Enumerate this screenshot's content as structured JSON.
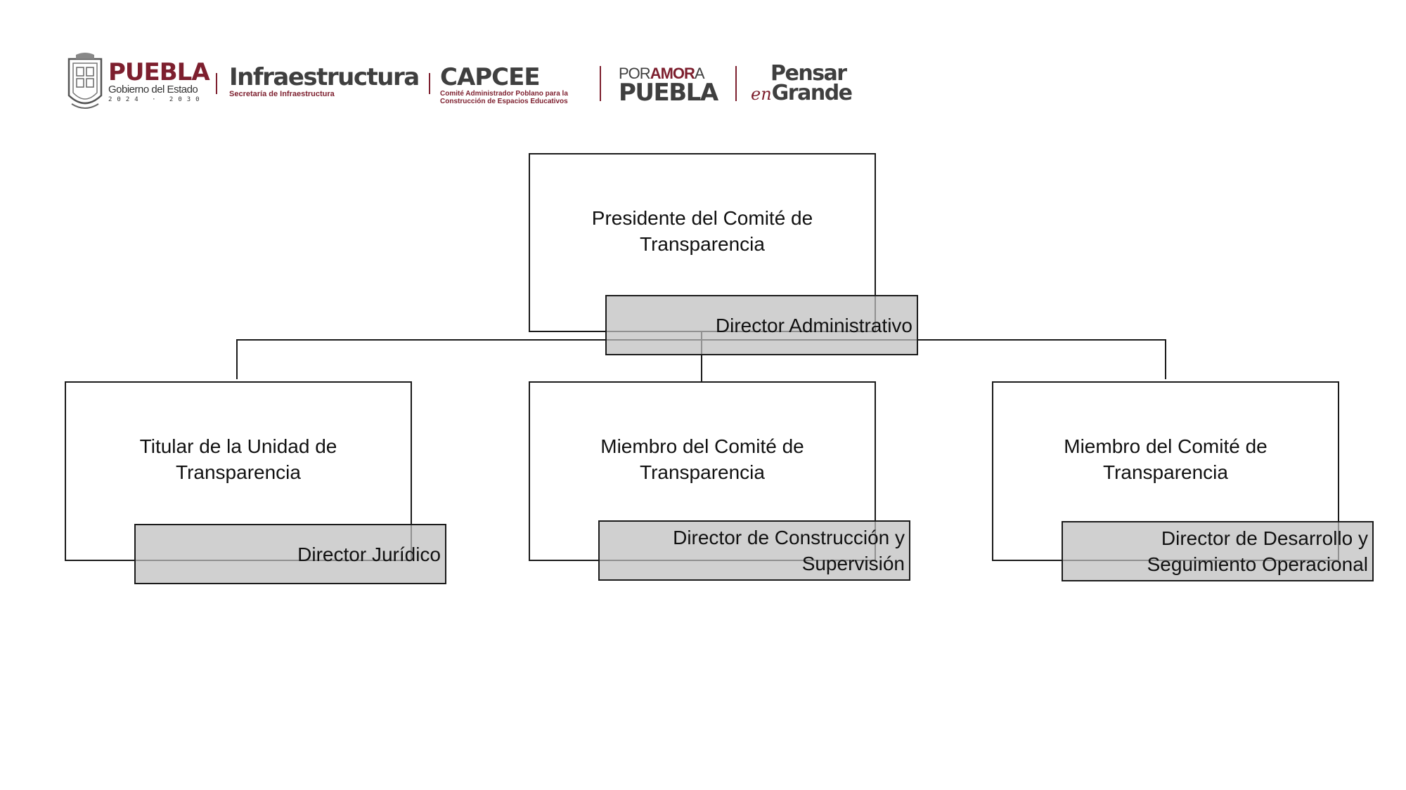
{
  "header": {
    "puebla": {
      "name": "PUEBLA",
      "subtitle": "Gobierno del Estado",
      "years": "2024 · 2030"
    },
    "infraestructura": {
      "name": "Infraestructura",
      "subtitle": "Secretaría de Infraestructura"
    },
    "capcee": {
      "name": "CAPCEE",
      "subtitle_line1": "Comité Administrador Poblano para la",
      "subtitle_line2": "Construcción de Espacios Educativos"
    },
    "por_amor": {
      "por": "POR",
      "amor": "AMOR",
      "a": "A",
      "puebla": "PUEBLA"
    },
    "pensar": {
      "pensar": "Pensar",
      "en": "en",
      "grande": "Grande"
    }
  },
  "org_chart": {
    "president": {
      "role": "Presidente del Comité de Transparencia",
      "holder": "Director Administrativo"
    },
    "members": [
      {
        "role": "Titular de la Unidad de Transparencia",
        "holder": "Director Jurídico"
      },
      {
        "role": "Miembro del Comité de Transparencia",
        "holder": "Director de Construcción y Supervisión"
      },
      {
        "role": "Miembro del Comité de Transparencia",
        "holder": "Director de Desarrollo y Seguimiento Operacional"
      }
    ]
  },
  "colors": {
    "brand": "#7d1f2e",
    "logo_gray": "#3f3f3f",
    "label_fill": "#bebebe",
    "border": "#1a1a1a"
  }
}
